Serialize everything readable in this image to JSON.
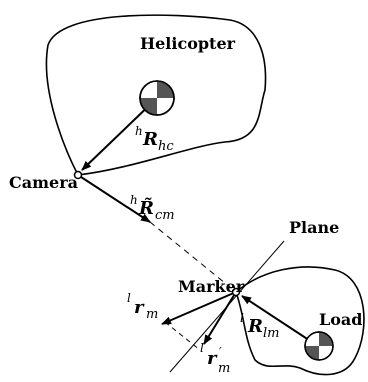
{
  "labels": {
    "helicopter": "Helicopter",
    "camera": "Camera",
    "plane": "Plane",
    "marker": "Marker",
    "load": "Load"
  },
  "vectors": {
    "R_hc": {
      "pre": "h",
      "main": "R",
      "sub": "hc"
    },
    "R_cm": {
      "pre": "h",
      "main": "R̃",
      "sub": "cm"
    },
    "r_m": {
      "pre": "l",
      "main": "r",
      "sub": "m"
    },
    "r_m_prime": {
      "pre": "l",
      "main": "r",
      "sup": "′",
      "sub": "m"
    },
    "R_lm": {
      "pre": "l",
      "main": "R",
      "sub": "lm"
    }
  }
}
